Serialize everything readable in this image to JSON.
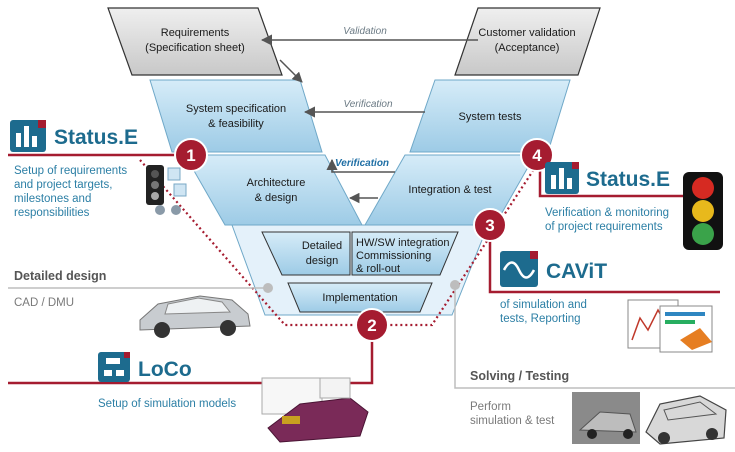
{
  "vmodel": {
    "requirements_1": "Requirements",
    "requirements_2": "(Specification sheet)",
    "customer_1": "Customer validation",
    "customer_2": "(Acceptance)",
    "syspec_1": "System specification",
    "syspec_2": "& feasibility",
    "systests": "System tests",
    "arch_1": "Architecture",
    "arch_2": "& design",
    "integration": "Integration & test",
    "detailed_1": "Detailed",
    "detailed_2": "design",
    "hwsw_1": "HW/SW integration",
    "hwsw_2": "Commissioning",
    "hwsw_3": "& roll-out",
    "implementation": "Implementation",
    "validation": "Validation",
    "verification_1": "Verification",
    "verification_2": "Verification"
  },
  "steps": [
    "1",
    "2",
    "3",
    "4"
  ],
  "left": {
    "status_brand": "Status.E",
    "status_desc_1": "Setup of requirements",
    "status_desc_2": "and project targets,",
    "status_desc_3": "milestones and",
    "status_desc_4": "responsibilities",
    "detailed_title": "Detailed design",
    "detailed_sub": "CAD / DMU",
    "loco_brand": "LoCo",
    "loco_desc": "Setup of simulation models"
  },
  "right": {
    "status_brand": "Status.E",
    "status_desc_1": "Verification & monitoring",
    "status_desc_2": "of project requirements",
    "cavit_brand": "CAViT",
    "cavit_desc_1": "of simulation and",
    "cavit_desc_2": "tests, Reporting",
    "solving_title": "Solving / Testing",
    "solving_desc_1": "Perform",
    "solving_desc_2": "simulation & test"
  },
  "colors": {
    "accent_red": "#a51c30",
    "brand_teal": "#1d6b8e",
    "panel_blue": "#b7d9ee"
  }
}
